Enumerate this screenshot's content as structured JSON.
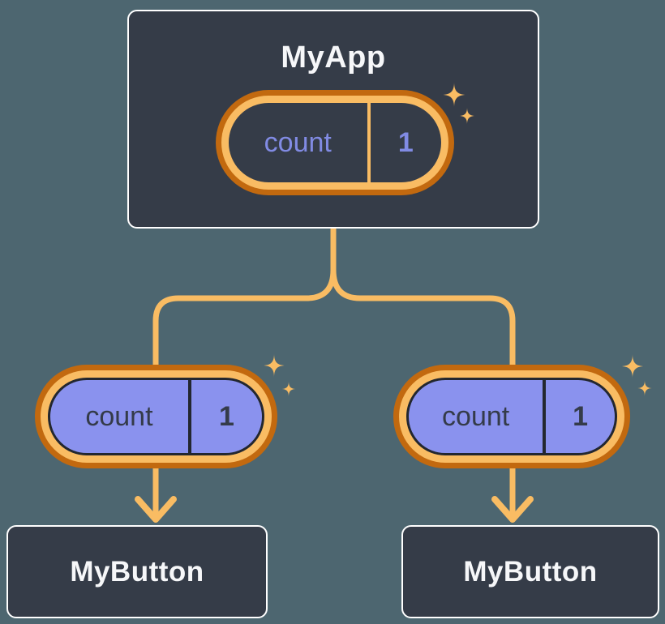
{
  "canvas": {
    "background_color": "#4D6670"
  },
  "palette": {
    "card_background": "#353C48",
    "card_border": "#FFFFFF",
    "card_title_color": "#F6F7F9",
    "pill_ring_outer_orange": "#C2690F",
    "pill_ring_inner_orange": "#F9BC63",
    "pill_dark_fill": "#353C48",
    "pill_violet_fill": "#8A92EE",
    "pill_dark_text": "#818BE4",
    "pill_violet_text": "#343B49",
    "connector_color": "#F9BC63",
    "sparkle_color": "#F9BC63"
  },
  "tree": {
    "root": {
      "title": "MyApp",
      "state_pill": {
        "name": "count",
        "value": "1",
        "variant": "dark"
      }
    },
    "children": [
      {
        "title": "MyButton",
        "state_pill": {
          "name": "count",
          "value": "1",
          "variant": "violet"
        }
      },
      {
        "title": "MyButton",
        "state_pill": {
          "name": "count",
          "value": "1",
          "variant": "violet"
        }
      }
    ]
  }
}
